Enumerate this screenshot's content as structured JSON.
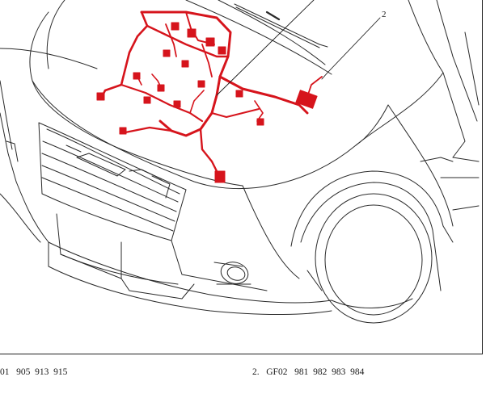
{
  "diagram": {
    "callouts": [
      {
        "number": "2"
      }
    ]
  },
  "captions": {
    "left": "01   905  913  915",
    "right": "2.   GF02   981  982  983  984"
  },
  "colors": {
    "harness": "#d6141c",
    "outline": "#2a2a2a",
    "background": "#ffffff"
  }
}
